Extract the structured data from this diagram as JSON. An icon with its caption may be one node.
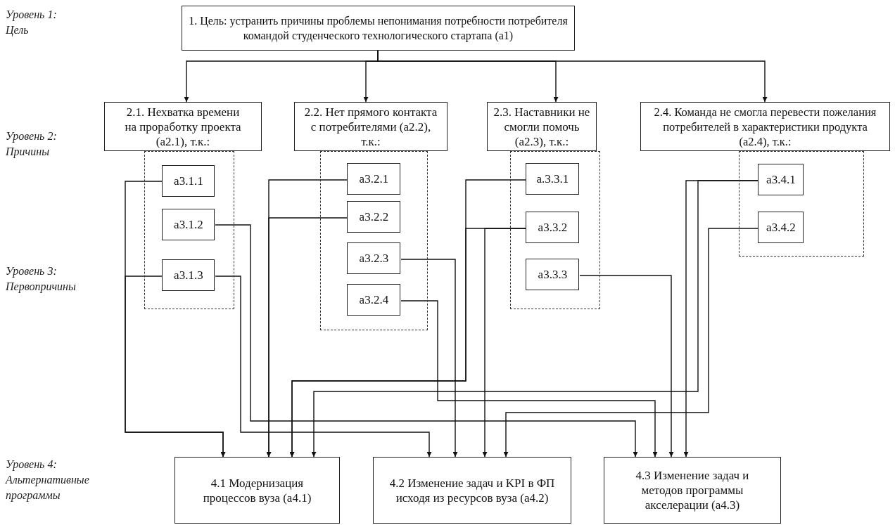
{
  "diagram": {
    "nodes": [
      {
        "text": [
          "1. Цель: устранить причины проблемы непонимания потребности потребителя командой студенческого технологического стартапа (a1)"
        ]
      },
      {
        "text": [
          "2.1. Нехватка времени на проработку проекта (a2.1), т.к.:"
        ]
      },
      {
        "text": [],
        "shape": "box"
      },
      {
        "text": [
          "a3.1.1"
        ],
        "in": 2
      },
      {
        "text": [
          "a3.1.2"
        ],
        "in": 2
      },
      {
        "text": [
          "a3.1.3"
        ],
        "in": 2
      },
      {
        "text": [
          "2.2. Нет прямого контакта с потребителями (a2.2), т.к.:"
        ]
      },
      {
        "text": [],
        "shape": "box"
      },
      {
        "text": [
          "a3.2.1"
        ],
        "in": 7
      },
      {
        "text": [
          "a3.2.2"
        ],
        "in": 7
      },
      {
        "text": [
          "a3.2.3"
        ],
        "in": 7
      },
      {
        "text": [
          "a3.2.4"
        ],
        "in": 7
      },
      {
        "text": [
          "2.3. Наставники не смогли помочь (a2.3), т.к.:"
        ]
      },
      {
        "text": [],
        "shape": "box"
      },
      {
        "text": [
          "a.3.3.1"
        ],
        "in": 13
      },
      {
        "text": [
          "a3.3.2"
        ],
        "in": 13
      },
      {
        "text": [
          "a3.3.3"
        ],
        "in": 13
      },
      {
        "text": [
          "2.4. Команда не смогла перевести пожелания потребителей в характеристики продукта (a2.4), т.к.:"
        ]
      },
      {
        "text": [],
        "shape": "box"
      },
      {
        "text": [
          "a3.4.1"
        ],
        "in": 18
      },
      {
        "text": [
          "a3.4.2"
        ],
        "in": 18
      },
      {
        "text": [
          "4.1 Модернизация процессов вуза (a4.1)"
        ]
      },
      {
        "text": [
          "4.2 Изменение задач и KPI в ФП исходя из ресурсов вуза (a4.2)"
        ]
      },
      {
        "text": [
          "4.3 Изменение  задач и методов программы акселерации (a4.3)"
        ]
      }
    ],
    "edges": [
      {
        "from": 0,
        "to": 1,
        "arrow": "to"
      },
      {
        "from": 0,
        "to": 6,
        "arrow": "to"
      },
      {
        "from": 0,
        "to": 12,
        "arrow": "to"
      },
      {
        "from": 0,
        "to": 17,
        "arrow": "to"
      },
      {
        "from": 3,
        "to": 21,
        "arrow": "to"
      },
      {
        "from": 5,
        "to": 21,
        "arrow": "to"
      },
      {
        "from": 4,
        "to": 23,
        "arrow": "to"
      },
      {
        "from": 5,
        "to": 22,
        "arrow": "to"
      },
      {
        "from": 8,
        "to": 21,
        "arrow": "to"
      },
      {
        "from": 9,
        "to": 21,
        "arrow": "to"
      },
      {
        "from": 10,
        "to": 22,
        "arrow": "to"
      },
      {
        "from": 11,
        "to": 23,
        "arrow": "to"
      },
      {
        "from": 14,
        "to": 21,
        "arrow": "to"
      },
      {
        "from": 15,
        "to": 21,
        "arrow": "to"
      },
      {
        "from": 15,
        "to": 22,
        "arrow": "to"
      },
      {
        "from": 16,
        "to": 23,
        "arrow": "to"
      },
      {
        "from": 19,
        "to": 23,
        "arrow": "to"
      },
      {
        "from": 19,
        "to": 21,
        "arrow": "to"
      },
      {
        "from": 20,
        "to": 22,
        "arrow": "to"
      }
    ],
    "labels": [
      "Уровень 1: Цель",
      "Уровень 2: Причины",
      "Уровень 3: Первопричины",
      "Уровень 4: Альтернативные программы"
    ]
  }
}
